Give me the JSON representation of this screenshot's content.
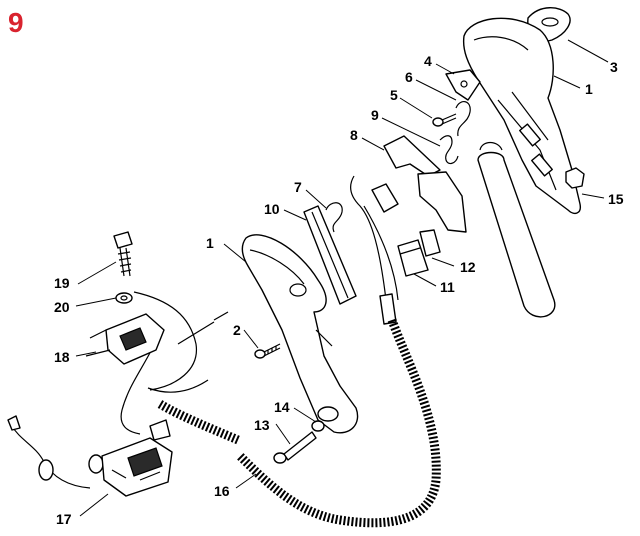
{
  "figure": {
    "number": "9",
    "number_color": "#d9232e"
  },
  "callouts": [
    "1",
    "1",
    "2",
    "3",
    "4",
    "5",
    "6",
    "7",
    "8",
    "9",
    "10",
    "11",
    "12",
    "13",
    "14",
    "15",
    "16",
    "17",
    "18",
    "19",
    "20"
  ]
}
